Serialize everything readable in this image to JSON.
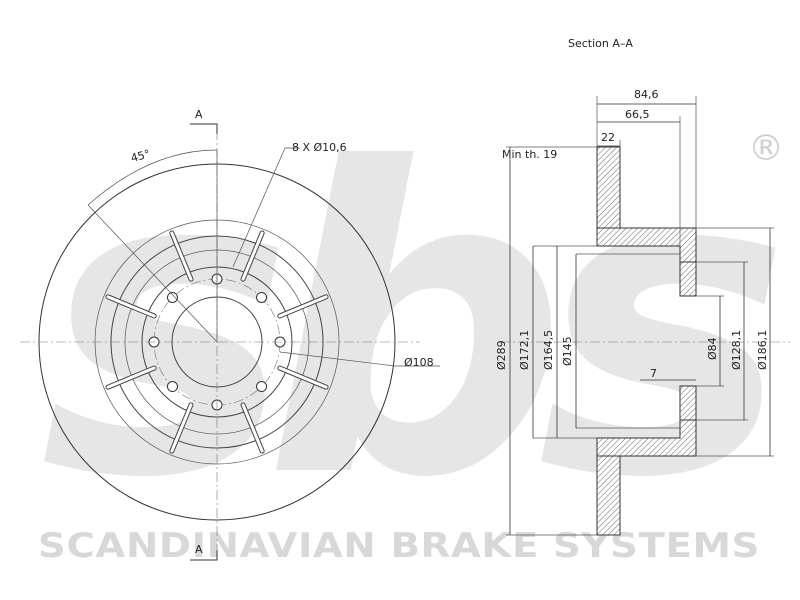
{
  "watermark": {
    "logo_letters": "sbs",
    "registered_mark": "®",
    "company": "SCANDINAVIAN BRAKE SYSTEMS"
  },
  "front_view": {
    "section_marker_top": "A",
    "section_marker_bottom": "A",
    "angle_label": "45°",
    "holes_label": "8 X Ø10,6",
    "pcd_label": "Ø108"
  },
  "section_view": {
    "title": "Section A–A",
    "min_thickness": "Min th. 19",
    "dim_84_6": "84,6",
    "dim_66_5": "66,5",
    "dim_22": "22",
    "dim_7": "7",
    "dia_289": "Ø289",
    "dia_172_1": "Ø172,1",
    "dia_164_5": "Ø164,5",
    "dia_145": "Ø145",
    "dia_84": "Ø84",
    "dia_128_1": "Ø128,1",
    "dia_186_1": "Ø186,1"
  },
  "colors": {
    "line": "#333333",
    "watermark": "#e6e6e6",
    "hatch": "#666666"
  }
}
